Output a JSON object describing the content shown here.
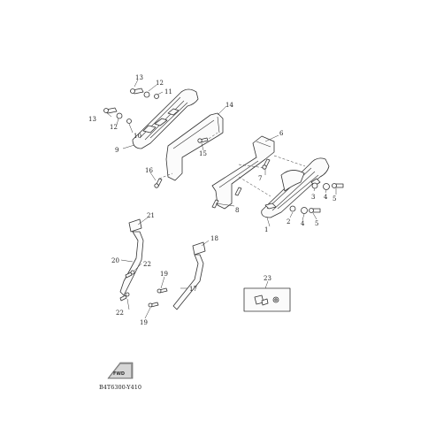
{
  "callouts": {
    "c1": "1",
    "c2": "2",
    "c3": "3",
    "c4a": "4",
    "c4b": "4",
    "c5a": "5",
    "c5b": "5",
    "c6": "6",
    "c7": "7",
    "c8": "8",
    "c9": "9",
    "c10": "10",
    "c11": "11",
    "c12a": "12",
    "c12b": "12",
    "c13a": "13",
    "c13b": "13",
    "c14": "14",
    "c15": "15",
    "c16": "16",
    "c17": "17",
    "c18": "18",
    "c19a": "19",
    "c19b": "19",
    "c20": "20",
    "c21": "21",
    "c22a": "22",
    "c22b": "22",
    "c23": "23"
  },
  "front_badge": "FWD",
  "drawing_code": "B4T6300-Y410"
}
